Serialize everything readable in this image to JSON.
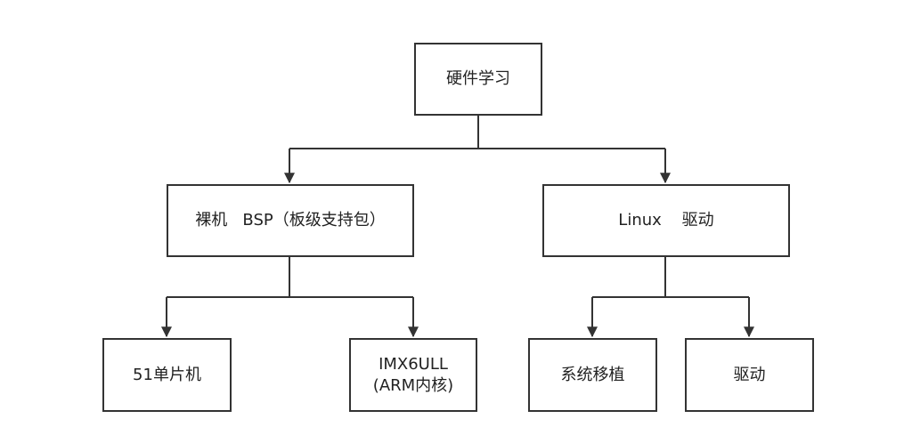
{
  "nodes": {
    "root": {
      "label": "硬件学习"
    },
    "baremetal": {
      "label": "裸机   BSP（板级支持包）"
    },
    "linux": {
      "label": "Linux    驱动"
    },
    "mcu51": {
      "label": "51单片机"
    },
    "imx6ull": {
      "line1": "IMX6ULL",
      "line2": "(ARM内核)"
    },
    "porting": {
      "label": "系统移植"
    },
    "driver": {
      "label": "驱动"
    }
  },
  "colors": {
    "stroke": "#333333",
    "background": "#ffffff",
    "text": "#222222"
  }
}
